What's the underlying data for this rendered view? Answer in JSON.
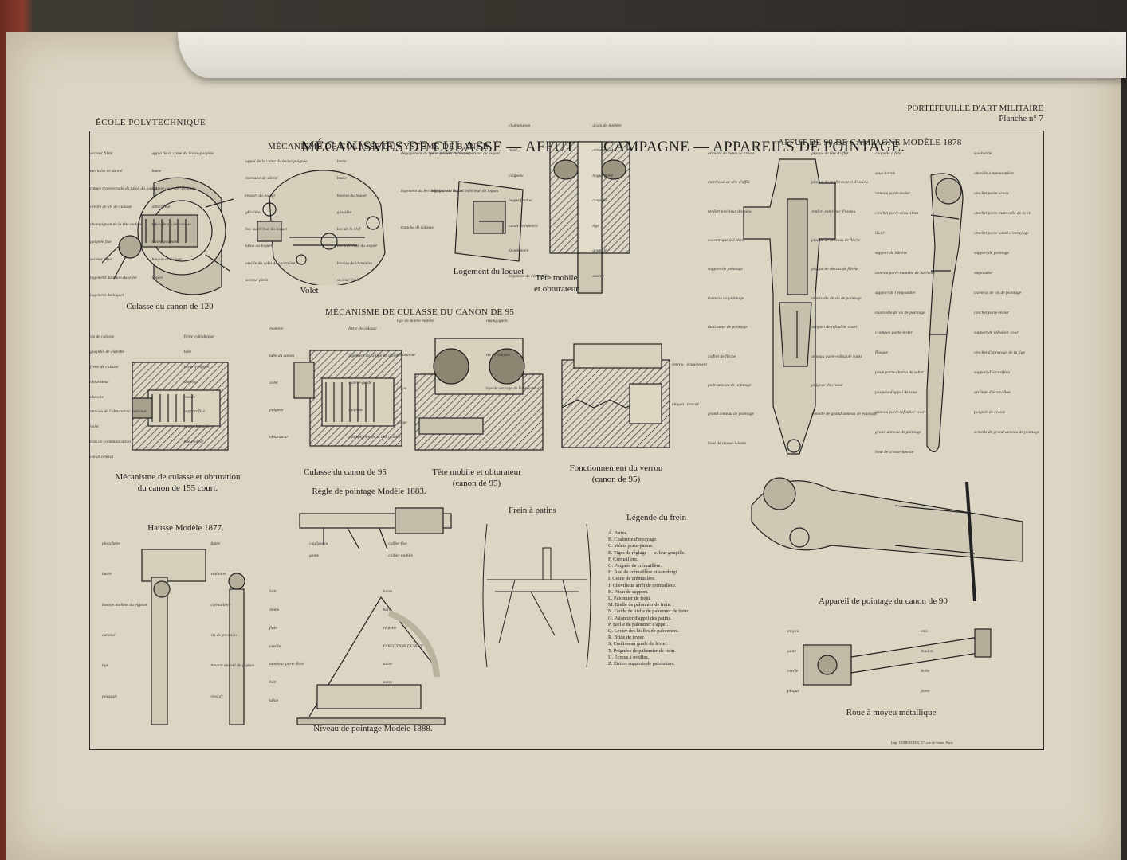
{
  "header": {
    "school": "ÉCOLE POLYTECHNIQUE",
    "title": "MÉCANISMES DE CULASSE — AFFUT DE CAMPAGNE — APPAREILS DE POINTAGE.",
    "portfolio": "PORTEFEUILLE D'ART MILITAIRE",
    "plate": "Planche n° 7"
  },
  "sections": {
    "banges": "MÉCANISME DE CULASSE DU SYSTÈME DE BANGE",
    "canon95": "MÉCANISME DE CULASSE DU CANON DE 95",
    "affut": "AFFUT DE 90 DE CAMPAGNE MODÈLE 1878"
  },
  "captions": {
    "culasse120": "Culasse du canon de 120",
    "volet": "Volet",
    "logement": "Logement du loquet",
    "tete_mobile": "Tête mobile\net obturateur",
    "meca155": "Mécanisme de culasse et obturation\ndu canon de 155 court.",
    "culasse95": "Culasse du canon de 95",
    "tete95": "Tête mobile et obturateur\n(canon de 95)",
    "verrou": "Fonctionnement du verrou\n(canon de 95)",
    "regle": "Règle de pointage Modèle 1883.",
    "hausse": "Hausse Modèle 1877.",
    "frein": "Frein à patins",
    "niveau": "Niveau de pointage Modèle 1888.",
    "appareil90": "Appareil de pointage du canon de 90",
    "roue": "Roue à moyeu métallique"
  },
  "legend": {
    "title": "Légende du frein",
    "items": [
      "A. Patins.",
      "B. Chaînette d'enrayage.",
      "C. Volets porte-patins.",
      "E. Tiges de réglage — e. leur goupille.",
      "F. Crémaillère.",
      "G. Poignée de crémaillère.",
      "H. Axe de crémaillère et son doigt.",
      "I. Guide de crémaillère.",
      "J. Chevillette arrêt de crémaillère.",
      "K. Piton de support.",
      "L. Palonnier de frein.",
      "M. Bielle de palonnier de frein.",
      "N. Guide de bielle de palonnier de frein.",
      "O. Palonnier d'appel des patins.",
      "P. Bielle de palonnier d'appel.",
      "Q. Levier des bielles de palonniers.",
      "R. Bride de levier.",
      "S. Coulisseau guide du levier.",
      "T. Poignées de palonnier de frein.",
      "U. Écrous à oreilles.",
      "Z. Étriers supports de palonniers."
    ]
  },
  "labels": {
    "culasse120": [
      "secteur fileté",
      "appui de la came du levier-poignée",
      "mortaise de sûreté",
      "butée",
      "rampe transversale du talon du loquet",
      "bouton de levier-poignée",
      "oreille de vis de culasse",
      "obturateur",
      "champignon de la tête mobile",
      "talon de vis de culasse",
      "poignée fixe",
      "levier-poignée",
      "secteur lisse",
      "boulon du loquet",
      "logement du talon du volet",
      "loquet",
      "logement du loquet"
    ],
    "volet": [
      "appui de la came du levier-poignée",
      "butée",
      "mortaise de sûreté",
      "butée",
      "ressort du loquet",
      "boulon du loquet",
      "glissière",
      "glissière",
      "bec supérieur du loquet",
      "bec de la clef",
      "talon du loquet",
      "bec inférieur du loquet",
      "oreille du volet de charnière",
      "boulon de charnière",
      "secteur plein",
      "secteur évidé"
    ],
    "logement": [
      "dégagement du bec supérieur du loquet",
      "plan incliné du bec supérieur du loquet",
      "logement du bec inférieur du loquet",
      "dégagement du bec inférieur du loquet",
      "tranche de culasse"
    ],
    "tete": [
      "champignon",
      "grain de lumière",
      "listel",
      "obturateur",
      "coupelle",
      "bague fileté",
      "bague fendue",
      "coupelle",
      "canal de lumière",
      "tige",
      "épaulement",
      "goupille",
      "logement de l'écoupille",
      "assette"
    ],
    "meca155": [
      "vis de culasse",
      "frette cylindrique",
      "goupille de clavette",
      "tube",
      "frette de culasse",
      "levier-poignée",
      "obturateur",
      "anneau",
      "clavette",
      "cocale",
      "anneau de l'obturateur intérieur",
      "support fixe",
      "volet",
      "grain de lumière",
      "trou de communication",
      "tête mobile",
      "canal central"
    ],
    "culasse95": [
      "manette",
      "frette de culasse",
      "tube du canon",
      "logement de la tige de sûreté",
      "volet",
      "cuilère-guide",
      "poignée",
      "chapeau",
      "obturateur",
      "champignon de la tête mobile"
    ],
    "tete95": [
      "tige de la tête mobile",
      "champignon",
      "obturateur",
      "vis de culasse",
      "écrou",
      "tige de serrage de l'obturateur",
      "gorge"
    ],
    "verrou": [
      "verrou",
      "épaulement",
      "cliquet",
      "ressort"
    ],
    "regle": [
      "coulisseau",
      "collier fixe",
      "gaine",
      "collier mobile"
    ],
    "hausse": [
      "planchette",
      "butée",
      "butée",
      "voilleton",
      "bouton molleté du pignon",
      "crémaillère",
      "curseur",
      "vis de pression",
      "tige",
      "bouton moleté du pignon",
      "poussoir",
      "ressort"
    ],
    "niveau": [
      "bâti",
      "talon",
      "limbe",
      "bâti",
      "fiole",
      "réglette",
      "oreille",
      "DIRECTION DU BUT",
      "tambour porte-fiole",
      "talon",
      "bâti",
      "talon",
      "talon"
    ],
    "affut": [
      "armière de butée de crosse",
      "plaque de tête d'affût",
      "entretoise de tête d'affût",
      "plaque de renforcement d'essieu",
      "renfort intérieur d'essieu",
      "renfort extérieur d'essieu",
      "excentrique à 2 têtes",
      "plaque de dessous de flèche",
      "support de pointage",
      "plaque de dessus de flèche",
      "traverse de pointage",
      "manivelle de vis de pointage",
      "indicateur de pointage",
      "support de refouloir court",
      "coffret de flèche",
      "anneau porte-refouloir court",
      "petit anneau de pointage",
      "poignée de crosse",
      "grand anneau de pointage",
      "semelle de grand anneau de pointage",
      "bout de crosse-lunette"
    ],
    "affut_side": [
      "chapelle à fûts",
      "sus-bande",
      "sous-bande",
      "cheville à mentonnière",
      "anneau porte-levier",
      "crochet porte-seaux",
      "crochet porte-écouvillon",
      "crochet porte-manivelle de la vis",
      "lisoir",
      "crochet porte-sabot d'enrayage",
      "support de bâtière",
      "support de pointage",
      "anneau porte-manette de hachette",
      "empoudier",
      "support de l'empoudier",
      "traverse de vis de pointage",
      "manivelle de vis de pointage",
      "crochet porte-levier",
      "crampon porte-levier",
      "support de refouloir court",
      "flasque",
      "crochet d'enrayage de la tige",
      "piton porte-chaîne de sabot",
      "support d'écouvillon",
      "plaques d'appui de roue",
      "arrêtoir d'écouvillon",
      "anneau porte-refouloir court",
      "poignée de crosse",
      "grand anneau de pointage",
      "semelle de grand anneau de pointage",
      "bout de crosse-lunette"
    ],
    "roue": [
      "moyeu",
      "rais",
      "jante",
      "boulon",
      "cercle",
      "boîte",
      "plaque",
      "jante"
    ]
  },
  "imprint": "Imp. LEMERCIER, 57, rue de Seine, Paris.",
  "colors": {
    "paper": "#dcd5c3",
    "ink": "#1e1e1e",
    "binding": "#8b3a2c"
  }
}
